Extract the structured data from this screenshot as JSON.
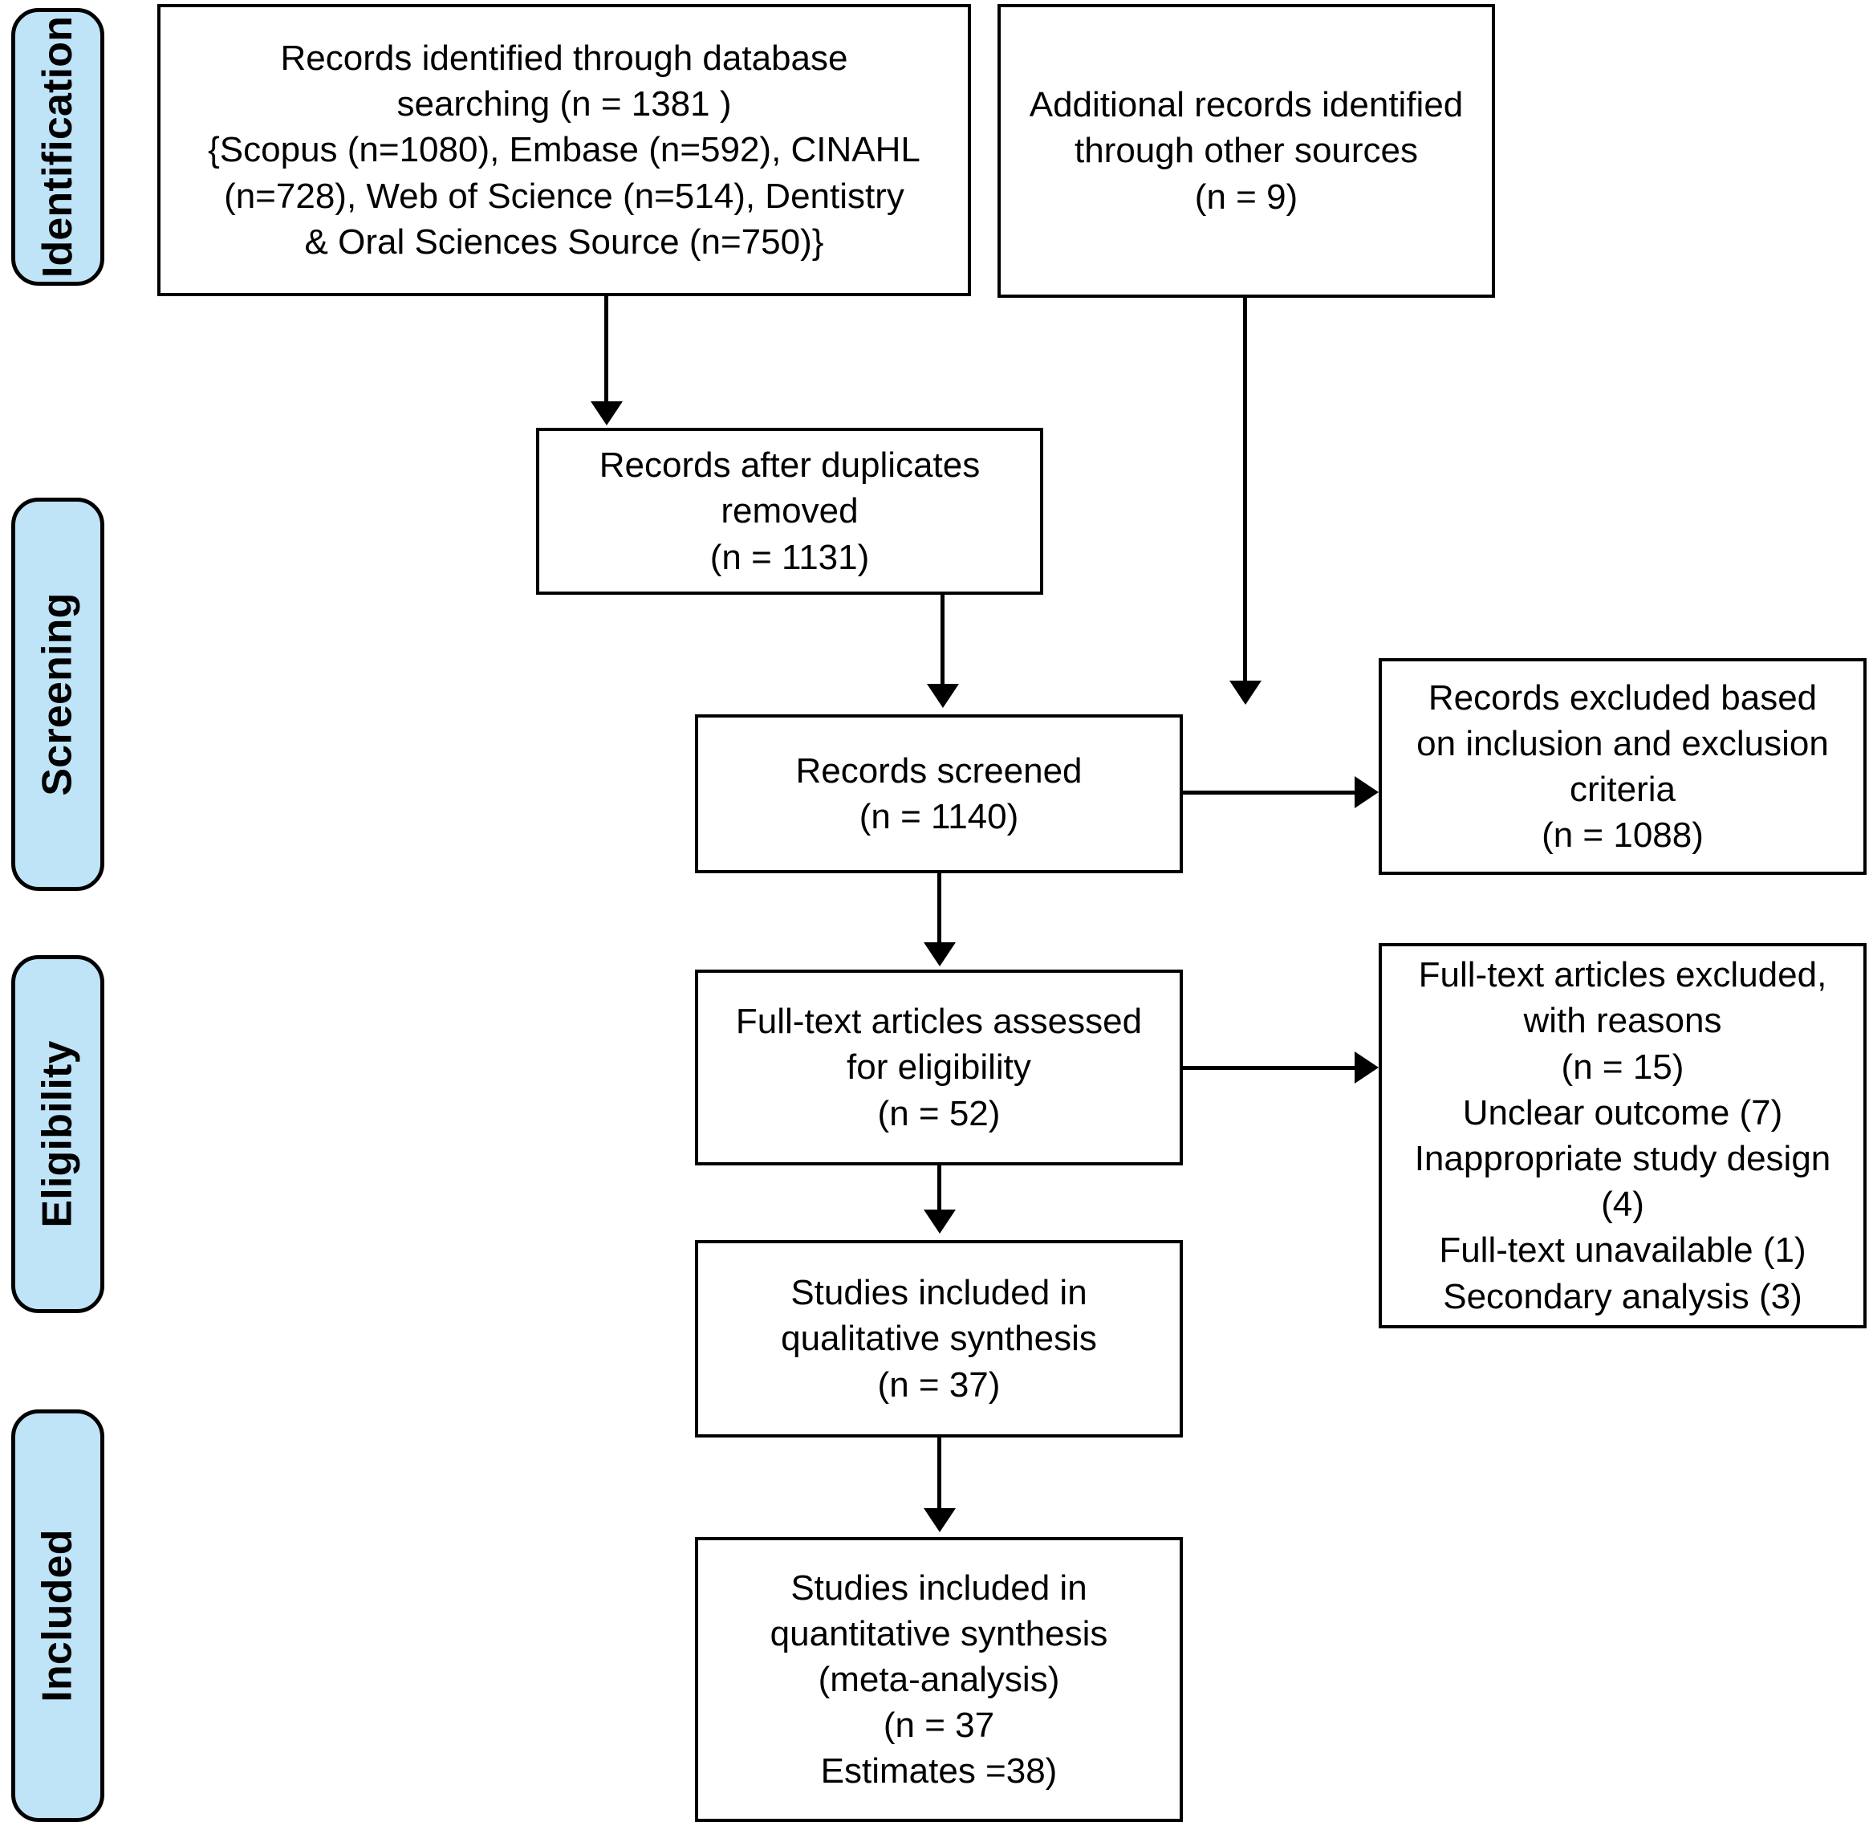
{
  "diagram": {
    "title": "PRISMA flow diagram",
    "accent_color": "#bfe4f8",
    "border_color": "#000000",
    "background_color": "#ffffff"
  },
  "stages": [
    {
      "label": "Identification"
    },
    {
      "label": "Screening"
    },
    {
      "label": "Eligibility"
    },
    {
      "label": "Included"
    }
  ],
  "boxes": {
    "database_search": {
      "text": "Records identified through database\nsearching (n = 1381 )\n{Scopus (n=1080), Embase (n=592), CINAHL\n(n=728), Web of Science (n=514), Dentistry\n& Oral Sciences Source (n=750)}"
    },
    "other_sources": {
      "text": "Additional records identified\nthrough other sources\n(n = 9)"
    },
    "duplicates_removed": {
      "text": "Records after duplicates\nremoved\n(n = 1131)"
    },
    "records_screened": {
      "text": "Records screened\n(n = 1140)"
    },
    "records_excluded": {
      "text": "Records excluded based\non inclusion and exclusion\ncriteria\n(n = 1088)"
    },
    "fulltext_assessed": {
      "text": "Full-text articles assessed\nfor eligibility\n(n = 52)"
    },
    "fulltext_excluded": {
      "text": "Full-text articles excluded,\nwith reasons\n(n =   15)\nUnclear outcome (7)\nInappropriate study design\n(4)\nFull-text unavailable (1)\nSecondary analysis (3)"
    },
    "qualitative_synthesis": {
      "text": "Studies included in\nqualitative synthesis\n(n =   37)"
    },
    "quantitative_synthesis": {
      "text": "Studies included in\nquantitative synthesis\n(meta-analysis)\n(n = 37\nEstimates =38)"
    }
  },
  "counts": {
    "database_search_total": 1381,
    "scopus": 1080,
    "embase": 592,
    "cinahl": 728,
    "web_of_science": 514,
    "dentistry_oral_sciences_source": 750,
    "other_sources": 9,
    "after_duplicates_removed": 1131,
    "records_screened": 1140,
    "records_excluded": 1088,
    "fulltext_assessed": 52,
    "fulltext_excluded": 15,
    "reason_unclear_outcome": 7,
    "reason_inappropriate_study_design": 4,
    "reason_fulltext_unavailable": 1,
    "reason_secondary_analysis": 3,
    "qualitative_synthesis": 37,
    "quantitative_synthesis": 37,
    "quantitative_estimates": 38
  }
}
